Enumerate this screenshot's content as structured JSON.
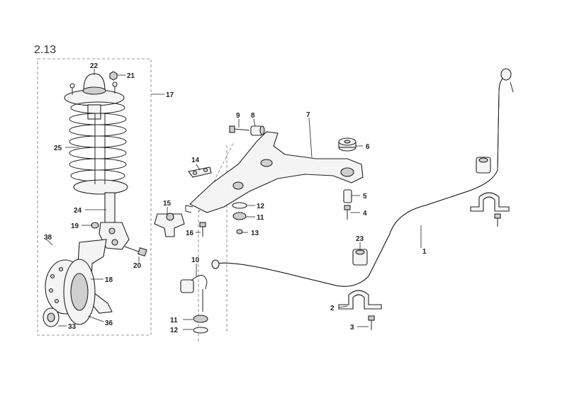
{
  "section_number": "2.13",
  "callouts": {
    "c1": "1",
    "c2": "2",
    "c3": "3",
    "c4": "4",
    "c5": "5",
    "c6": "6",
    "c7": "7",
    "c8": "8",
    "c9": "9",
    "c10": "10",
    "c11a": "11",
    "c11b": "11",
    "c12a": "12",
    "c12b": "12",
    "c13": "13",
    "c14": "14",
    "c15": "15",
    "c16": "16",
    "c17": "17",
    "c18": "18",
    "c19": "19",
    "c20": "20",
    "c21": "21",
    "c22": "22",
    "c23": "23",
    "c24": "24",
    "c25": "25",
    "c33": "33",
    "c36": "36",
    "c38": "38"
  },
  "icons": [
    "strut-assembly",
    "coil-spring",
    "wheel-hub",
    "lower-control-arm",
    "stabilizer-bar",
    "bushing",
    "bolt",
    "washer",
    "nut",
    "clamp-bracket",
    "ball-joint",
    "stabilizer-link"
  ]
}
